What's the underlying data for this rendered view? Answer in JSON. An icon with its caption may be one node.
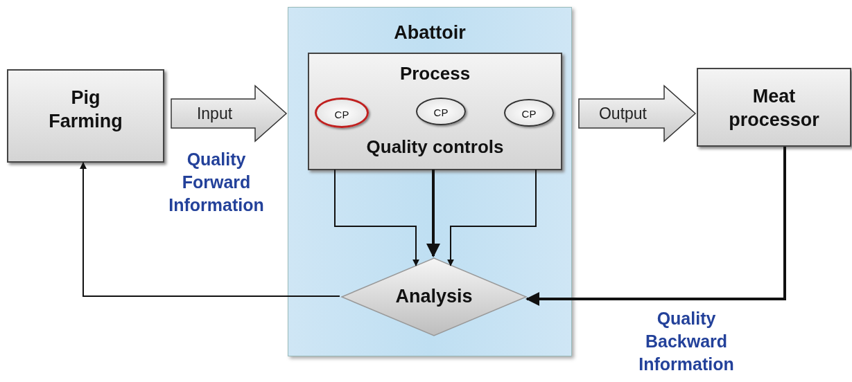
{
  "diagram": {
    "nodes": [
      {
        "text": [
          "Pig Farming"
        ]
      },
      {
        "text": [
          "Abattoir"
        ]
      },
      {
        "text": [
          "Process",
          "Quality controls"
        ],
        "in": 1
      },
      {
        "text": [
          "CP"
        ],
        "in": 2
      },
      {
        "text": [
          "CP"
        ],
        "in": 2
      },
      {
        "text": [
          "CP"
        ],
        "in": 2
      },
      {
        "text": [
          "Analysis"
        ],
        "in": 1
      },
      {
        "text": [
          "Meat processor"
        ]
      }
    ],
    "edges": [
      {
        "from": 0,
        "to": 1,
        "arrow": "to",
        "label": "Input"
      },
      {
        "from": 1,
        "to": 7,
        "arrow": "to",
        "label": "Output"
      },
      {
        "from": 2,
        "to": 6,
        "arrow": "to"
      },
      {
        "from": 2,
        "to": 6,
        "arrow": "to",
        "style": "thick"
      },
      {
        "from": 2,
        "to": 6,
        "arrow": "to"
      },
      {
        "from": 7,
        "to": 6,
        "arrow": "to",
        "style": "thick"
      },
      {
        "from": 6,
        "to": 0,
        "arrow": "to"
      }
    ],
    "labels": [
      "Quality Forward Information",
      "Quality Backward Information"
    ]
  }
}
